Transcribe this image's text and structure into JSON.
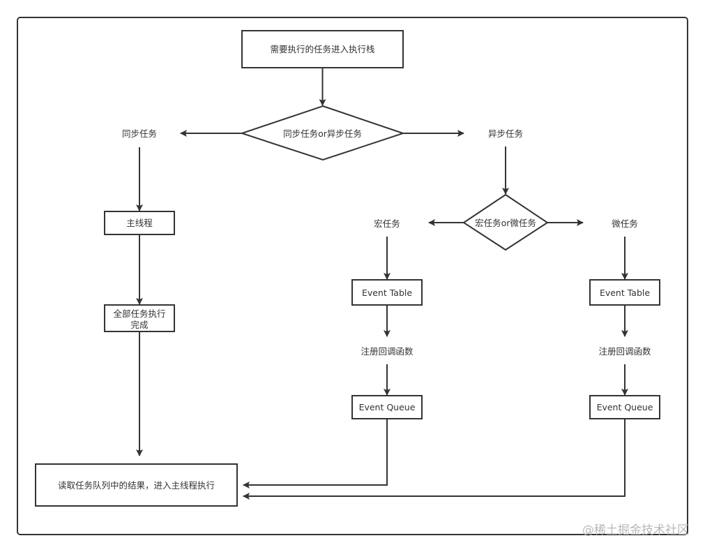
{
  "diagram": {
    "title": "JS Event Loop Flowchart",
    "colors": {
      "stroke": "#333333",
      "text": "#333333",
      "background": "#ffffff",
      "watermark": "#b8b8b8"
    },
    "nodes": {
      "start": "需要执行的任务进入执行栈",
      "decision_sync_async": "同步任务or异步任务",
      "sync_task": "同步任务",
      "async_task": "异步任务",
      "main_thread": "主线程",
      "all_done_line1": "全部任务执行",
      "all_done_line2": "完成",
      "decision_macro_micro": "宏任务or微任务",
      "macro_task": "宏任务",
      "micro_task": "微任务",
      "macro_event_table": "Event Table",
      "micro_event_table": "Event Table",
      "macro_register_callback": "注册回调函数",
      "micro_register_callback": "注册回调函数",
      "macro_event_queue": "Event Queue",
      "micro_event_queue": "Event Queue",
      "read_queue_result": "读取任务队列中的结果，进入主线程执行"
    },
    "watermark": "@稀土掘金技术社区"
  }
}
